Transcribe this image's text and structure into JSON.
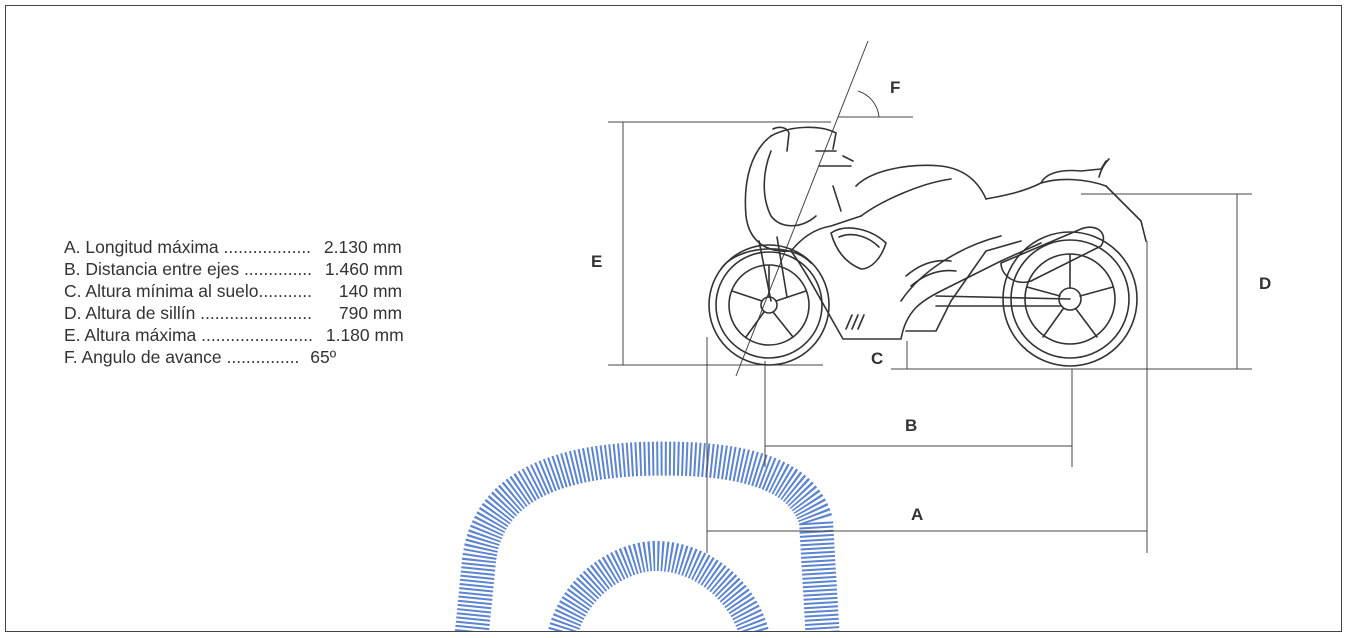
{
  "specs": [
    {
      "label": "A. Longitud máxima ..................",
      "value": "2.130 mm"
    },
    {
      "label": "B. Distancia entre ejes ..............",
      "value": "1.460 mm"
    },
    {
      "label": "C. Altura mínima al suelo...........",
      "value": "140 mm"
    },
    {
      "label": "D. Altura de sillín .......................",
      "value": "790 mm"
    },
    {
      "label": "E. Altura máxima .......................",
      "value": "1.180 mm"
    },
    {
      "label": "F. Angulo de avance ...............",
      "value": "65º"
    }
  ],
  "dimension_letters": {
    "a": "A",
    "b": "B",
    "c": "C",
    "d": "D",
    "e": "E",
    "f": "F"
  },
  "colors": {
    "line": "#444444",
    "watermark": "#3f6fc8"
  },
  "watermark_icon": "brand-logo-watermark"
}
